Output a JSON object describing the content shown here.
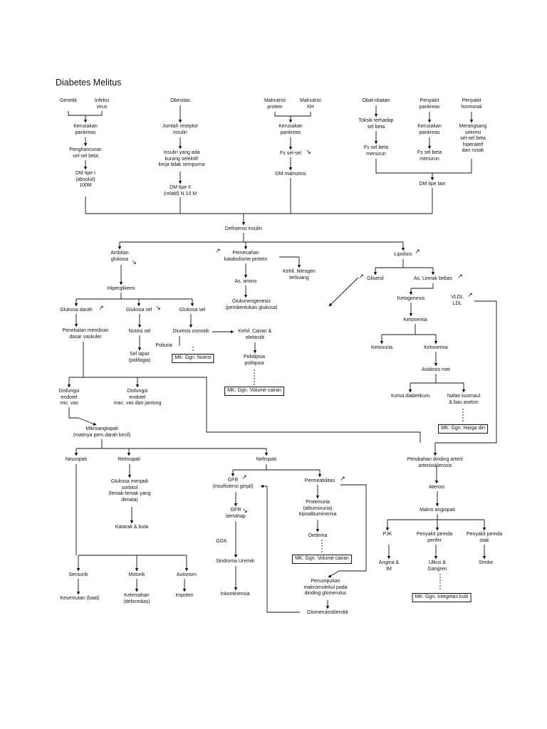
{
  "title": "Diabetes Melitus",
  "nodes": {
    "genetik": "Genetik",
    "infeksi_virus": "Infeksi\nvirus",
    "kerusakan_pankreas_1": "Kerusakan\npankreas",
    "penghancuran_sel_beta": "Penghancuran\nsel-sel beta",
    "dm_tipe_1": "DM tipe I\n(absolut)\n100M",
    "obesitas": "Obesitas",
    "jumlah_reseptor": "Jumlah reseptor\ninsulin",
    "insulin_kurang_selektif": "Insulin yang ada\nkurang selektif/\nkerja tidak sempurna",
    "dm_tipe_2": "DM tipe II\n(relatif) N 10 M",
    "malnutrisi_protein": "Malnutrisi\nprotein",
    "malnutrisi_kh": "Malnutrisi\nKH",
    "kerusakan_pankreas_2": "Kerusakan\npankreas",
    "fs_sel_sel": "Fs sel-sel",
    "dm_malnutrisi": "DM malnutrisi",
    "obat_obatan": "Obat-obatan",
    "toksik_sel_beta": "Toksik terhadap\nsel beta",
    "fs_sel_beta_menurun_1": "Fs sel beta\nmenurun",
    "penyakit_pankreas": "Penyakit\npankreas",
    "kerusakan_pankreas_3": "Kerusakan\npankreas",
    "fs_sel_beta_menurun_2": "Fs sel beta\nmenurun",
    "penyakit_hormonal": "Penyakit\nhormonal",
    "merangsang_sekresi": "Merangsang\nsekresi\nsel-sel beta\nhiperaktif\ndan rusak",
    "dm_tipe_lain": "DM tipe lain",
    "defisiensi_insulin": "Defisiensi insulin",
    "ambilan_glukosa": "Ambilan\nglukosa",
    "pemecahan_protein": "Pemecahan\nkatabolisme protein",
    "nitrogen_terbuang": "Kehil. Nitrogen\nterbuang",
    "asam_amino": "As. amino",
    "glukoneogenesis": "Glukoneogenesis\n(pembentukan glukosa)",
    "lipolisis": "Lipolisis",
    "gliserol": "Gliserol",
    "asam_lemak_bebas": "As. Lemak bebas",
    "hiperglikemi": "Hiperglikemi",
    "glukosa_darah": "Glukosa darah",
    "glukosa_sel_1": "Glukosa sel",
    "glukosa_sel_2": "Glukosa sel",
    "penebalan_membran": "Penebalan membran\ndasar vaskuler",
    "nutrisi_sel": "Nutrisi sel",
    "sel_lapar": "Sel lapar\n(polifagia)",
    "diuresis_osmotik": "Diuresis osmotik",
    "poliuria": "Poliuria",
    "mk_nutrisi": "MK: Ggn. Nutrisi",
    "kehil_cairan": "Kehil. Cairan &\nelektrolit",
    "polidipsia": "Polidipsia\npolitipsia",
    "mk_volume_1": "MK: Ggn. Volume cairan",
    "ketogenesis": "Ketogenesis",
    "vldl_ldl": "VLDL\nLDL",
    "ketonemia": "Ketonemia",
    "ketonuria": "Ketonuria",
    "ketonemia_2": "Ketonemia",
    "asidosis": "Asidosis met",
    "koma_diabetikum": "Koma diabetikum",
    "nafas_kusmaul": "Nafas kusmaul\n& bau aseton",
    "mk_harga_diri": "MK: Ggn. Harga diri",
    "disfungsi_mikro": "Disfungsi\nendotel\nmic. vas",
    "disfungsi_makro": "Disfungsi\nendotel\nmac. vas dan jantung",
    "mikroangiopati": "Mikroangiopati\n(matinya pem darah kecil)",
    "neuropati": "Neuropati",
    "retinopati": "Retinopati",
    "nefropati": "Nefropati",
    "glukosa_sorbitol": "Glukosa menjadi\nsorbitol\n(lemak-lemak yang\ndimata)",
    "katarak": "Katarak & buta",
    "sensorik": "Sensorik",
    "motorik": "Motorik",
    "autonom": "Autonom",
    "kesemutan": "Kesemutan (baal)",
    "kelemahan": "Kelemahan\n(deformitas)",
    "impoten": "Impoten",
    "gfr_1": "GFR\n(insufisiensi ginjal)",
    "gfr_2": "GFR\nbertahap",
    "ggk": "GGK",
    "sindroma_uremik": "Sindroma Uremik",
    "inkontinensia": "Inkontinensia",
    "permeabilitas": "Permeabilitas",
    "proteinuria": "Proteinuria\n(albuminuria)\nhipoalbuminemia",
    "oedema": "Oedema",
    "mk_volume_2": "MK: Ggn. Volume cairan",
    "penumpukan": "Penumpukan\nmakromolekul pada\ndinding glomerulus",
    "glomerulosklerotik": "Glomerulosklerotik",
    "perubahan_dinding": "Perubahan dinding arteri/\narteriosklerosis",
    "aterosi": "Aterosi",
    "makroangiopati": "Makro angiopati",
    "pjk": "PJK",
    "penyakit_perifer": "Penyakit pemda\nperifer",
    "penyakit_otak": "Penyakit pemda\notak",
    "angina": "Angina &\nIM",
    "ulkus": "Ulkus &\nGangren",
    "stroke": "Stroke",
    "mk_integritas": "MK: Ggn. Integritas kulit"
  }
}
